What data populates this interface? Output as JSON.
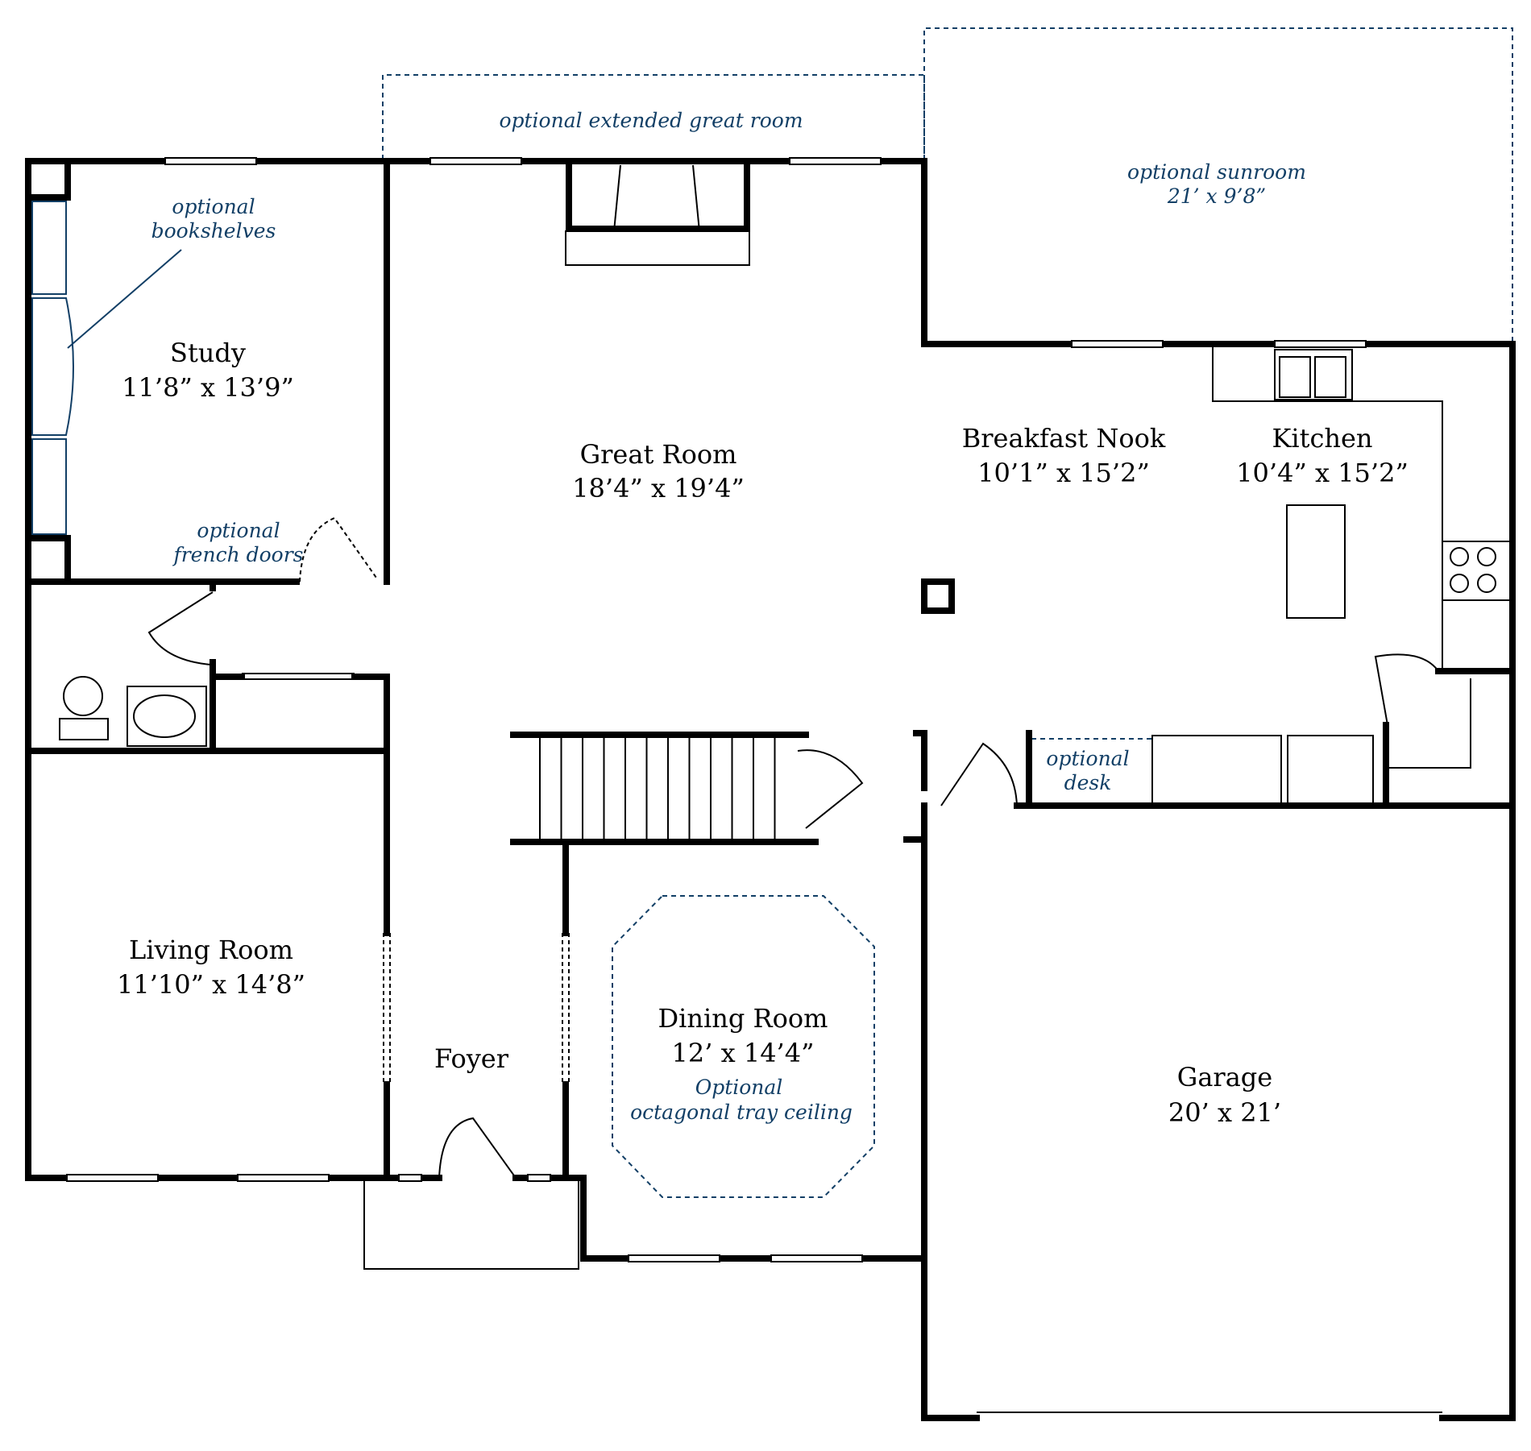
{
  "labels": {
    "extended_great_room": "optional extended great room",
    "sunroom_title": "optional sunroom",
    "sunroom_dims": "21’ x 9’8”",
    "bookshelves_1": "optional",
    "bookshelves_2": "bookshelves",
    "french_doors_1": "optional",
    "french_doors_2": "french doors",
    "desk_1": "optional",
    "desk_2": "desk",
    "tray_1": "Optional",
    "tray_2": "octagonal tray ceiling"
  },
  "rooms": {
    "study": {
      "name": "Study",
      "dims": "11’8” x 13’9”"
    },
    "great_room": {
      "name": "Great Room",
      "dims": "18’4” x 19’4”"
    },
    "breakfast_nook": {
      "name": "Breakfast Nook",
      "dims": "10’1” x 15’2”"
    },
    "kitchen": {
      "name": "Kitchen",
      "dims": "10’4” x 15’2”"
    },
    "living_room": {
      "name": "Living Room",
      "dims": "11’10” x 14’8”"
    },
    "foyer": {
      "name": "Foyer"
    },
    "dining_room": {
      "name": "Dining Room",
      "dims": "12’ x 14’4”"
    },
    "garage": {
      "name": "Garage",
      "dims": "20’ x 21’"
    }
  },
  "colors": {
    "walls": "#000000",
    "optional_features": "#123f66",
    "background": "#ffffff"
  }
}
